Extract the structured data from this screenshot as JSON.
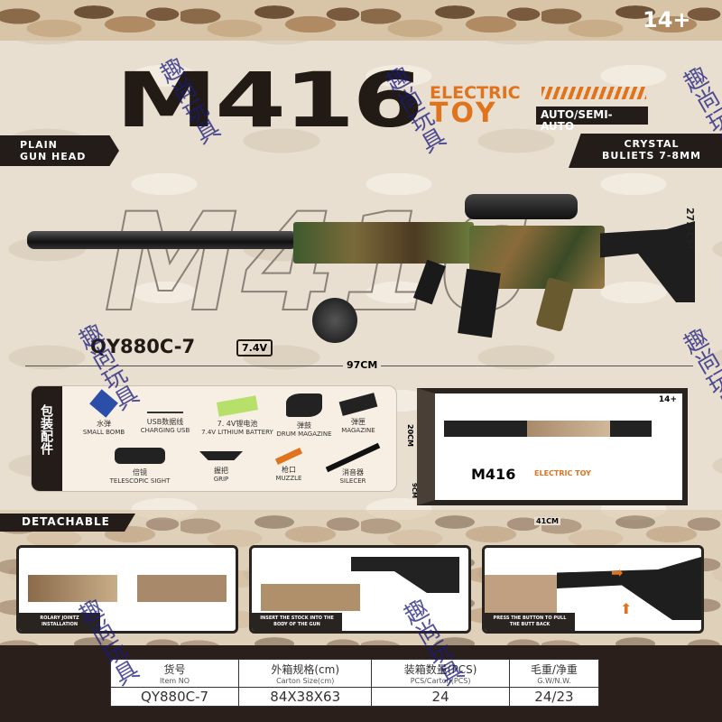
{
  "age_badge": "14+",
  "title": "M416",
  "subtitle_top": "ELECTRIC",
  "subtitle_bottom": "TOY",
  "mode_label": "AUTO/SEMI-AUTO",
  "left_tag": [
    "PLAIN",
    "GUN HEAD"
  ],
  "right_tag": [
    "CRYSTAL",
    "BULIETS 7-8MM"
  ],
  "model": "QY880C-7",
  "voltage": "7.4V",
  "length": "97CM",
  "height": "27.5CM",
  "watermark": "趣尚玩具",
  "accessories": {
    "heading": "包装配件",
    "items": [
      {
        "cn": "水弹",
        "en": "SMALL BOMB"
      },
      {
        "cn": "USB数据线",
        "en": "CHARGING USB"
      },
      {
        "cn": "7. 4V锂电池",
        "en": "7.4V LITHIUM BATTERY"
      },
      {
        "cn": "弹鼓",
        "en": "DRUM MAGAZINE"
      },
      {
        "cn": "弹匣",
        "en": "MAGAZINE"
      },
      {
        "cn": "倍镜",
        "en": "TELESCOPIC SIGHT"
      },
      {
        "cn": "握把",
        "en": "GRIP"
      },
      {
        "cn": "枪口",
        "en": "MUZZLE"
      },
      {
        "cn": "消音器",
        "en": "SILECER"
      }
    ]
  },
  "box": {
    "title": "M416",
    "sub": "ELECTRIC TOY",
    "age": "14+",
    "width": "41CM",
    "height": "20CM",
    "depth": "9CM"
  },
  "detachable": {
    "heading": "DETACHABLE",
    "steps": [
      "ROLARY JOINTZ INSTALLATION",
      "INSERT THE STOCK INTO THE BODY OF THE GUN",
      "PRESS THE BUTTON TO PULL THE BUTT BACK"
    ]
  },
  "spec_table": {
    "headers": [
      {
        "cn": "货号",
        "en": "Item NO"
      },
      {
        "cn": "外箱规格(cm)",
        "en": "Carton Size(cm)"
      },
      {
        "cn": "装箱数量(PCS)",
        "en": "PCS/Carton(PCS)"
      },
      {
        "cn": "毛重/净重",
        "en": "G.W/N.W."
      }
    ],
    "row": [
      "QY880C-7",
      "84X38X63",
      "24",
      "24/23"
    ]
  },
  "colors": {
    "accent": "#e0731c",
    "dark": "#231c18"
  }
}
